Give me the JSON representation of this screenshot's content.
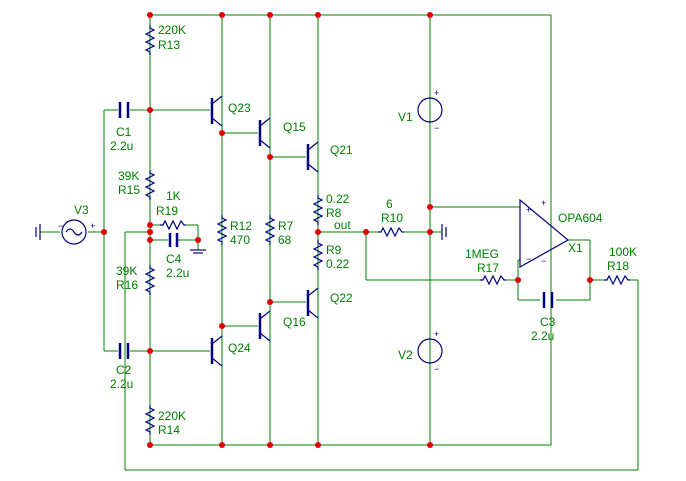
{
  "components": {
    "r13": {
      "ref": "R13",
      "value": "220K"
    },
    "r14": {
      "ref": "R14",
      "value": "220K"
    },
    "r15": {
      "ref": "R15",
      "value": "39K"
    },
    "r16": {
      "ref": "R16",
      "value": "39K"
    },
    "r19": {
      "ref": "R19",
      "value": "1K"
    },
    "r12": {
      "ref": "R12",
      "value": "470"
    },
    "r7": {
      "ref": "R7",
      "value": "68"
    },
    "r8": {
      "ref": "R8",
      "value": "0.22"
    },
    "r9": {
      "ref": "R9",
      "value": "0.22"
    },
    "r10": {
      "ref": "R10",
      "value": "6"
    },
    "r17": {
      "ref": "R17",
      "value": "1MEG"
    },
    "r18": {
      "ref": "R18",
      "value": "100K"
    },
    "c1": {
      "ref": "C1",
      "value": "2.2u"
    },
    "c2": {
      "ref": "C2",
      "value": "2.2u"
    },
    "c3": {
      "ref": "C3",
      "value": "2.2u"
    },
    "c4": {
      "ref": "C4",
      "value": "2.2u"
    },
    "q23": {
      "ref": "Q23"
    },
    "q24": {
      "ref": "Q24"
    },
    "q15": {
      "ref": "Q15"
    },
    "q16": {
      "ref": "Q16"
    },
    "q21": {
      "ref": "Q21"
    },
    "q22": {
      "ref": "Q22"
    },
    "v1": {
      "ref": "V1"
    },
    "v2": {
      "ref": "V2"
    },
    "v3": {
      "ref": "V3"
    },
    "x1": {
      "ref": "X1",
      "model": "OPA604"
    },
    "net_out": "out"
  },
  "polarity": {
    "plus": "+",
    "minus": "−"
  },
  "colors": {
    "wire": "#008000",
    "component": "#000080",
    "junction": "#e00000",
    "label": "#008000"
  }
}
